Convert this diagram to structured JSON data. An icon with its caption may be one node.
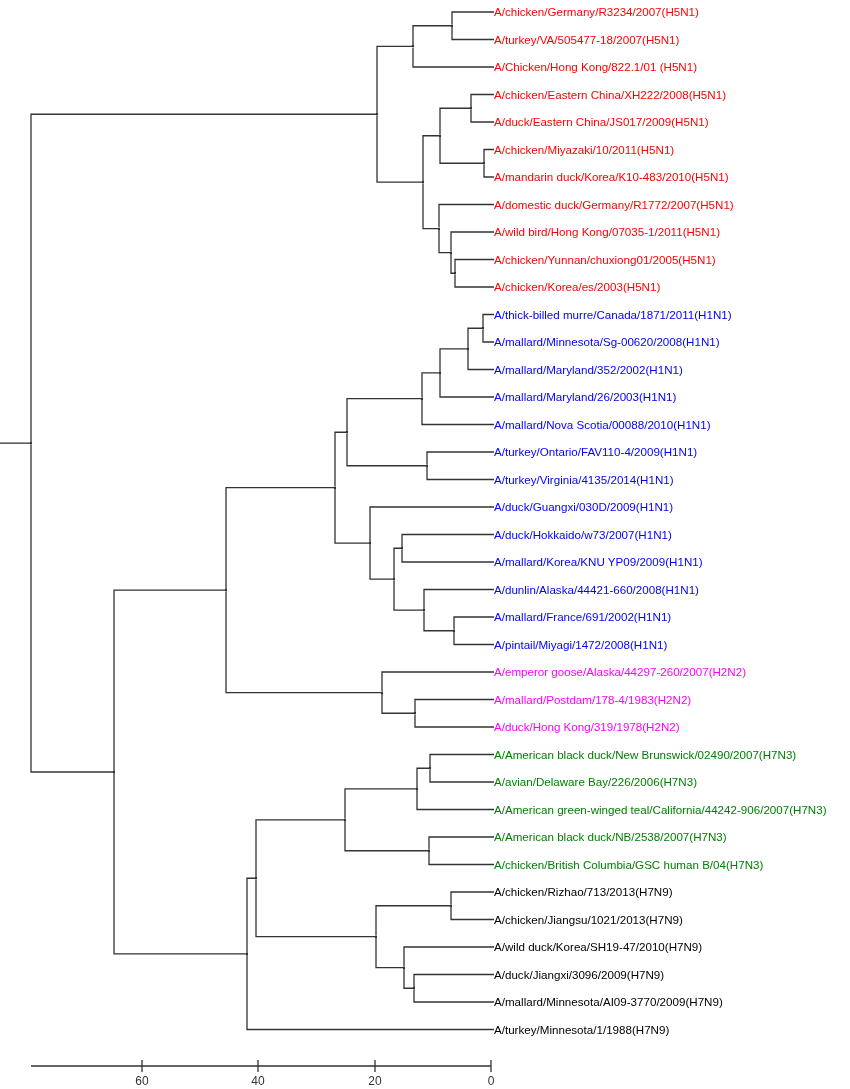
{
  "diagram": {
    "nodes": [
      {
        "text": [
          "A/chicken/Germany/R3234/2007(H5N1)"
        ]
      },
      {
        "text": [
          "A/turkey/VA/505477-18/2007(H5N1)"
        ]
      },
      {
        "text": [
          "A/Chicken/Hong Kong/822.1/01 (H5N1)"
        ]
      },
      {
        "text": [
          "A/chicken/Eastern China/XH222/2008(H5N1)"
        ]
      },
      {
        "text": [
          "A/duck/Eastern China/JS017/2009(H5N1)"
        ]
      },
      {
        "text": [
          "A/chicken/Miyazaki/10/2011(H5N1)"
        ]
      },
      {
        "text": [
          "A/mandarin duck/Korea/K10-483/2010(H5N1)"
        ]
      },
      {
        "text": [
          "A/domestic duck/Germany/R1772/2007(H5N1)"
        ]
      },
      {
        "text": [
          "A/wild bird/Hong Kong/07035-1/2011(H5N1)"
        ]
      },
      {
        "text": [
          "A/chicken/Yunnan/chuxiong01/2005(H5N1)"
        ]
      },
      {
        "text": [
          "A/chicken/Korea/es/2003(H5N1)"
        ]
      },
      {
        "text": [
          "A/thick-billed murre/Canada/1871/2011(H1N1)"
        ]
      },
      {
        "text": [
          "A/mallard/Minnesota/Sg-00620/2008(H1N1)"
        ]
      },
      {
        "text": [
          "A/mallard/Maryland/352/2002(H1N1)"
        ]
      },
      {
        "text": [
          "A/mallard/Maryland/26/2003(H1N1)"
        ]
      },
      {
        "text": [
          "A/mallard/Nova Scotia/00088/2010(H1N1)"
        ]
      },
      {
        "text": [
          "A/turkey/Ontario/FAV110-4/2009(H1N1)"
        ]
      },
      {
        "text": [
          "A/turkey/Virginia/4135/2014(H1N1)"
        ]
      },
      {
        "text": [
          "A/duck/Guangxi/030D/2009(H1N1)"
        ]
      },
      {
        "text": [
          "A/duck/Hokkaido/w73/2007(H1N1)"
        ]
      },
      {
        "text": [
          "A/mallard/Korea/KNU YP09/2009(H1N1)"
        ]
      },
      {
        "text": [
          "A/dunlin/Alaska/44421-660/2008(H1N1)"
        ]
      },
      {
        "text": [
          "A/mallard/France/691/2002(H1N1)"
        ]
      },
      {
        "text": [
          "A/pintail/Miyagi/1472/2008(H1N1)"
        ]
      },
      {
        "text": [
          "A/emperor goose/Alaska/44297-260/2007(H2N2)"
        ]
      },
      {
        "text": [
          "A/mallard/Postdam/178-4/1983(H2N2)"
        ]
      },
      {
        "text": [
          "A/duck/Hong Kong/319/1978(H2N2)"
        ]
      },
      {
        "text": [
          "A/American black duck/New Brunswick/02490/2007(H7N3)"
        ]
      },
      {
        "text": [
          "A/avian/Delaware Bay/226/2006(H7N3)"
        ]
      },
      {
        "text": [
          "A/American green-winged teal/California/44242-906/2007(H7N3)"
        ]
      },
      {
        "text": [
          "A/American black duck/NB/2538/2007(H7N3)"
        ]
      },
      {
        "text": [
          "A/chicken/British Columbia/GSC human B/04(H7N3)"
        ]
      },
      {
        "text": [
          "A/chicken/Rizhao/713/2013(H7N9)"
        ]
      },
      {
        "text": [
          "A/chicken/Jiangsu/1021/2013(H7N9)"
        ]
      },
      {
        "text": [
          "A/wild duck/Korea/SH19-47/2010(H7N9)"
        ]
      },
      {
        "text": [
          "A/duck/Jiangxi/3096/2009(H7N9)"
        ]
      },
      {
        "text": [
          "A/mallard/Minnesota/AI09-3770/2009(H7N9)"
        ]
      },
      {
        "text": [
          "A/turkey/Minnesota/1/1988(H7N9)"
        ]
      },
      {
        "text": [],
        "shape": "point"
      },
      {
        "text": [],
        "shape": "point"
      },
      {
        "text": [],
        "shape": "point"
      },
      {
        "text": [],
        "shape": "point"
      },
      {
        "text": [],
        "shape": "point"
      },
      {
        "text": [],
        "shape": "point"
      },
      {
        "text": [],
        "shape": "point"
      },
      {
        "text": [],
        "shape": "point"
      },
      {
        "text": [],
        "shape": "point"
      },
      {
        "text": [],
        "shape": "point"
      },
      {
        "text": [],
        "shape": "point"
      },
      {
        "text": [],
        "shape": "point"
      },
      {
        "text": [],
        "shape": "point"
      },
      {
        "text": [],
        "shape": "point"
      },
      {
        "text": [],
        "shape": "point"
      },
      {
        "text": [],
        "shape": "point"
      },
      {
        "text": [],
        "shape": "point"
      },
      {
        "text": [],
        "shape": "point"
      },
      {
        "text": [],
        "shape": "point"
      },
      {
        "text": [],
        "shape": "point"
      },
      {
        "text": [],
        "shape": "point"
      },
      {
        "text": [],
        "shape": "point"
      },
      {
        "text": [],
        "shape": "point"
      },
      {
        "text": [],
        "shape": "point"
      },
      {
        "text": [],
        "shape": "point"
      },
      {
        "text": [],
        "shape": "point"
      },
      {
        "text": [],
        "shape": "point"
      },
      {
        "text": [],
        "shape": "point"
      },
      {
        "text": [],
        "shape": "point"
      },
      {
        "text": [],
        "shape": "point"
      },
      {
        "text": [],
        "shape": "point"
      },
      {
        "text": [],
        "shape": "point"
      },
      {
        "text": [],
        "shape": "point"
      },
      {
        "text": [],
        "shape": "point"
      },
      {
        "text": [],
        "shape": "point"
      },
      {
        "text": [],
        "shape": "point"
      },
      {
        "text": [],
        "shape": "point"
      }
    ],
    "edges": [
      {
        "from": null,
        "to": 38,
        "arrow": "none"
      },
      {
        "from": 38,
        "to": 39,
        "arrow": "none"
      },
      {
        "from": 38,
        "to": 49,
        "arrow": "none"
      },
      {
        "from": 39,
        "to": 40,
        "arrow": "none"
      },
      {
        "from": 39,
        "to": 42,
        "arrow": "none"
      },
      {
        "from": 40,
        "to": 41,
        "arrow": "none"
      },
      {
        "from": 40,
        "to": 2,
        "arrow": "none"
      },
      {
        "from": 41,
        "to": 0,
        "arrow": "none"
      },
      {
        "from": 41,
        "to": 1,
        "arrow": "none"
      },
      {
        "from": 42,
        "to": 43,
        "arrow": "none"
      },
      {
        "from": 42,
        "to": 46,
        "arrow": "none"
      },
      {
        "from": 43,
        "to": 44,
        "arrow": "none"
      },
      {
        "from": 43,
        "to": 45,
        "arrow": "none"
      },
      {
        "from": 44,
        "to": 3,
        "arrow": "none"
      },
      {
        "from": 44,
        "to": 4,
        "arrow": "none"
      },
      {
        "from": 45,
        "to": 5,
        "arrow": "none"
      },
      {
        "from": 45,
        "to": 6,
        "arrow": "none"
      },
      {
        "from": 46,
        "to": 7,
        "arrow": "none"
      },
      {
        "from": 46,
        "to": 47,
        "arrow": "none"
      },
      {
        "from": 47,
        "to": 8,
        "arrow": "none"
      },
      {
        "from": 47,
        "to": 48,
        "arrow": "none"
      },
      {
        "from": 48,
        "to": 9,
        "arrow": "none"
      },
      {
        "from": 48,
        "to": 10,
        "arrow": "none"
      },
      {
        "from": 49,
        "to": 50,
        "arrow": "none"
      },
      {
        "from": 49,
        "to": 65,
        "arrow": "none"
      },
      {
        "from": 50,
        "to": 51,
        "arrow": "none"
      },
      {
        "from": 50,
        "to": 63,
        "arrow": "none"
      },
      {
        "from": 51,
        "to": 52,
        "arrow": "none"
      },
      {
        "from": 51,
        "to": 58,
        "arrow": "none"
      },
      {
        "from": 52,
        "to": 53,
        "arrow": "none"
      },
      {
        "from": 52,
        "to": 57,
        "arrow": "none"
      },
      {
        "from": 53,
        "to": 54,
        "arrow": "none"
      },
      {
        "from": 53,
        "to": 15,
        "arrow": "none"
      },
      {
        "from": 54,
        "to": 55,
        "arrow": "none"
      },
      {
        "from": 54,
        "to": 14,
        "arrow": "none"
      },
      {
        "from": 55,
        "to": 56,
        "arrow": "none"
      },
      {
        "from": 55,
        "to": 13,
        "arrow": "none"
      },
      {
        "from": 56,
        "to": 11,
        "arrow": "none"
      },
      {
        "from": 56,
        "to": 12,
        "arrow": "none"
      },
      {
        "from": 57,
        "to": 16,
        "arrow": "none"
      },
      {
        "from": 57,
        "to": 17,
        "arrow": "none"
      },
      {
        "from": 58,
        "to": 18,
        "arrow": "none"
      },
      {
        "from": 58,
        "to": 59,
        "arrow": "none"
      },
      {
        "from": 59,
        "to": 60,
        "arrow": "none"
      },
      {
        "from": 59,
        "to": 61,
        "arrow": "none"
      },
      {
        "from": 60,
        "to": 19,
        "arrow": "none"
      },
      {
        "from": 60,
        "to": 20,
        "arrow": "none"
      },
      {
        "from": 61,
        "to": 21,
        "arrow": "none"
      },
      {
        "from": 61,
        "to": 62,
        "arrow": "none"
      },
      {
        "from": 62,
        "to": 22,
        "arrow": "none"
      },
      {
        "from": 62,
        "to": 23,
        "arrow": "none"
      },
      {
        "from": 63,
        "to": 24,
        "arrow": "none"
      },
      {
        "from": 63,
        "to": 64,
        "arrow": "none"
      },
      {
        "from": 64,
        "to": 25,
        "arrow": "none"
      },
      {
        "from": 64,
        "to": 26,
        "arrow": "none"
      },
      {
        "from": 65,
        "to": 66,
        "arrow": "none"
      },
      {
        "from": 65,
        "to": 37,
        "arrow": "none"
      },
      {
        "from": 66,
        "to": 67,
        "arrow": "none"
      },
      {
        "from": 66,
        "to": 71,
        "arrow": "none"
      },
      {
        "from": 67,
        "to": 68,
        "arrow": "none"
      },
      {
        "from": 67,
        "to": 70,
        "arrow": "none"
      },
      {
        "from": 68,
        "to": 69,
        "arrow": "none"
      },
      {
        "from": 68,
        "to": 29,
        "arrow": "none"
      },
      {
        "from": 69,
        "to": 27,
        "arrow": "none"
      },
      {
        "from": 69,
        "to": 28,
        "arrow": "none"
      },
      {
        "from": 70,
        "to": 30,
        "arrow": "none"
      },
      {
        "from": 70,
        "to": 31,
        "arrow": "none"
      },
      {
        "from": 71,
        "to": 72,
        "arrow": "none"
      },
      {
        "from": 71,
        "to": 73,
        "arrow": "none"
      },
      {
        "from": 72,
        "to": 32,
        "arrow": "none"
      },
      {
        "from": 72,
        "to": 33,
        "arrow": "none"
      },
      {
        "from": 73,
        "to": 34,
        "arrow": "none"
      },
      {
        "from": 73,
        "to": 74,
        "arrow": "none"
      },
      {
        "from": 74,
        "to": 35,
        "arrow": "none"
      },
      {
        "from": 74,
        "to": 36,
        "arrow": "none"
      }
    ],
    "labels": [
      "60",
      "40",
      "20",
      "0"
    ]
  }
}
